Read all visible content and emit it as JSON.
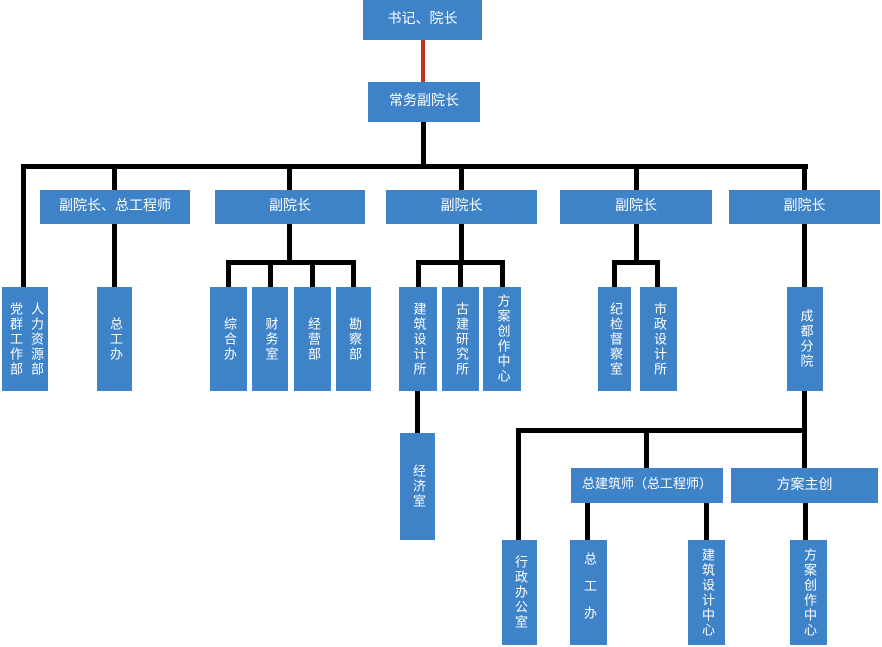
{
  "colors": {
    "node_fill": "#3E82C8",
    "node_text": "#FFFFFF",
    "connector": "#000000",
    "highlight_connector": "#BE3229"
  },
  "nodes": {
    "secretary_president": "书记、院长",
    "exec_vice_president": "常务副院长",
    "vp_chief_engineer": "副院长、总工程师",
    "vp2": "副院长",
    "vp3": "副院长",
    "vp4": "副院长",
    "vp5": "副院长",
    "party_mass_and_hr_dept": "党群工作部\n人力资源部",
    "chief_engineer_office": "总工办",
    "general_office": "综合办",
    "finance_office": "财务室",
    "business_dept": "经营部",
    "survey_dept": "勘察部",
    "arch_design_institute": "建筑设计所",
    "ancient_arch_research_institute": "古建研究所",
    "scheme_creation_center": "方案创作中心",
    "discipline_inspection_office": "纪检督察室",
    "municipal_design_institute": "市政设计所",
    "chengdu_branch": "成都分院",
    "economy_office": "经济室",
    "admin_office": "行政办公室",
    "branch_chief_architect": "总建筑师（总工程师）",
    "branch_scheme_lead": "方案主创",
    "branch_chief_engineer_office": "总工办",
    "arch_design_center": "建筑设计中心",
    "branch_scheme_creation_center": "方案创作中心"
  }
}
